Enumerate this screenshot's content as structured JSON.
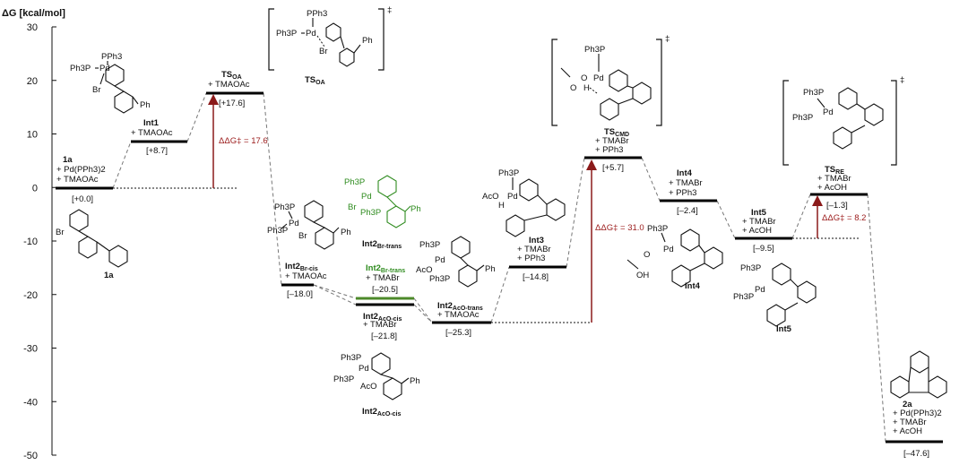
{
  "axis": {
    "title_prefix": "ΔG",
    "title_unit": "[kcal/mol]",
    "ticks": [
      "30",
      "20",
      "10",
      "0",
      "-10",
      "-20",
      "-30",
      "-40",
      "-50"
    ]
  },
  "species": {
    "s1a": {
      "name": "1a",
      "l1": "+ Pd(PPh3)2",
      "l2": "+ TMAOAc",
      "energy": "[+0.0]"
    },
    "int1": {
      "name": "Int1",
      "l1": "+ TMAOAc",
      "energy": "[+8.7]"
    },
    "tsoa": {
      "name": "TS",
      "sub": "OA",
      "l1": "+ TMAOAc",
      "energy": "[+17.6]"
    },
    "int2brcis": {
      "name": "Int2",
      "sub": "Br-cis",
      "l1": "+ TMAOAc",
      "energy": "[–18.0]"
    },
    "int2brtrans": {
      "name": "Int2",
      "sub": "Br-trans",
      "l1": "+ TMABr",
      "energy": "[–20.5]"
    },
    "int2acocis": {
      "name": "Int2",
      "sub": "AcO-cis",
      "l1": "+ TMABr",
      "energy": "[–21.8]"
    },
    "int2acotrans": {
      "name": "Int2",
      "sub": "AcO-trans",
      "l1": "+ TMAOAc",
      "energy": "[–25.3]"
    },
    "int3": {
      "name": "Int3",
      "l1": "+ TMABr",
      "l2": "+ PPh3",
      "energy": "[–14.8]"
    },
    "tscmd": {
      "name": "TS",
      "sub": "CMD",
      "l1": "+ TMABr",
      "l2": "+ PPh3",
      "energy": "[+5.7]"
    },
    "int4": {
      "name": "Int4",
      "l1": "+ TMABr",
      "l2": "+ PPh3",
      "energy": "[–2.4]"
    },
    "int5": {
      "name": "Int5",
      "l1": "+ TMABr",
      "l2": "+ AcOH",
      "energy": "[–9.5]"
    },
    "tsre": {
      "name": "TS",
      "sub": "RE",
      "l1": "+ TMABr",
      "l2": "+ AcOH",
      "energy": "[–1.3]"
    },
    "s2a": {
      "name": "2a",
      "l1": "+ Pd(PPh3)2",
      "l2": "+ TMABr",
      "l3": "+ AcOH",
      "energy": "[–47.6]"
    }
  },
  "barriers": {
    "oa": "ΔΔG‡ = 17.6",
    "cmd": "ΔΔG‡ = 31.0",
    "re": "ΔΔG‡ = 8.2"
  },
  "structure_labels": {
    "int2brtrans": {
      "name": "Int2",
      "sub": "Br-trans"
    },
    "int2acocis": {
      "name": "Int2",
      "sub": "AcO-cis"
    },
    "int4": "Int4",
    "int5": "Int5",
    "s1a": "1a",
    "tsoa": {
      "name": "TS",
      "sub": "OA"
    },
    "dagger": "‡"
  },
  "atoms": {
    "pd": "Pd",
    "ph3p": "Ph3P",
    "pph3": "PPh3",
    "br": "Br",
    "ph": "Ph",
    "aco": "AcO",
    "h": "H",
    "o": "O",
    "oh": "OH"
  }
}
